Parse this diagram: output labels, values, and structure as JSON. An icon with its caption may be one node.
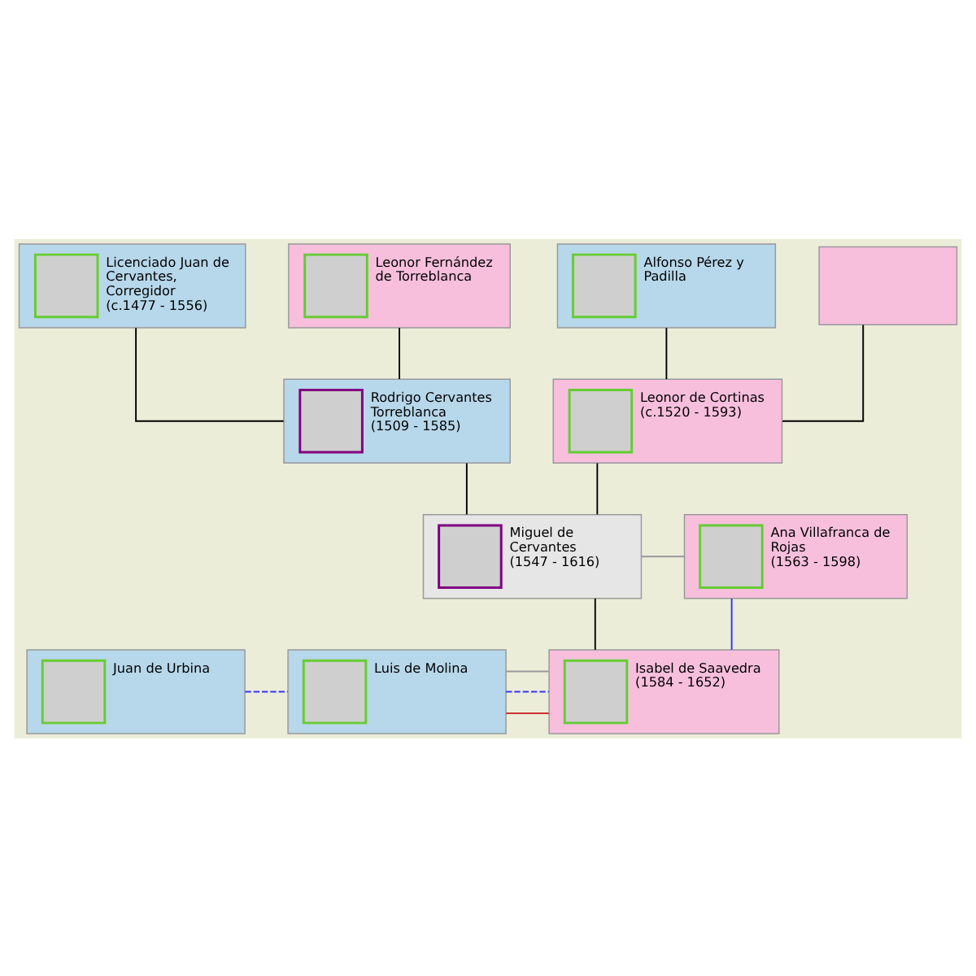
{
  "diagram": {
    "nodes": [
      {
        "text": [
          "Licenciado Juan de Cervantes, Corregidor",
          "(c.1477 - 1556)"
        ]
      },
      {
        "text": [
          "Leonor Fernández de Torreblanca"
        ]
      },
      {
        "text": [
          "Alfonso Pérez y Padilla"
        ]
      },
      {
        "text": [],
        "shape": "box"
      },
      {
        "text": [
          "Rodrigo Cervantes Torreblanca",
          "(1509 - 1585)"
        ]
      },
      {
        "text": [
          "Leonor de Cortinas",
          "(c.1520 - 1593)"
        ]
      },
      {
        "text": [
          "Miguel de Cervantes",
          "(1547 - 1616)"
        ]
      },
      {
        "text": [
          "Ana Villafranca de Rojas",
          "(1563 - 1598)"
        ]
      },
      {
        "text": [
          "Juan de Urbina"
        ]
      },
      {
        "text": [
          "Luis de Molina"
        ]
      },
      {
        "text": [
          "Isabel de Saavedra",
          "(1584 - 1652)"
        ]
      }
    ],
    "edges": [
      {
        "from": 0,
        "to": 4,
        "arrow": "none"
      },
      {
        "from": 1,
        "to": 4,
        "arrow": "none"
      },
      {
        "from": 2,
        "to": 5,
        "arrow": "none"
      },
      {
        "from": 3,
        "to": 5,
        "arrow": "none"
      },
      {
        "from": 4,
        "to": 6,
        "arrow": "none"
      },
      {
        "from": 5,
        "to": 6,
        "arrow": "none"
      },
      {
        "from": 6,
        "to": 7,
        "arrow": "none",
        "color": "#999999"
      },
      {
        "from": 6,
        "to": 10,
        "arrow": "none"
      },
      {
        "from": 7,
        "to": 10,
        "arrow": "none",
        "color": "#3333ff"
      },
      {
        "from": 8,
        "to": 9,
        "arrow": "none",
        "style": "dashed",
        "color": "#3333ff"
      },
      {
        "from": 9,
        "to": 10,
        "arrow": "none",
        "color": "#999999"
      },
      {
        "from": 9,
        "to": 10,
        "arrow": "none",
        "style": "dashed",
        "color": "#3333ff"
      },
      {
        "from": 9,
        "to": 10,
        "arrow": "none",
        "color": "#cc3333"
      }
    ]
  }
}
